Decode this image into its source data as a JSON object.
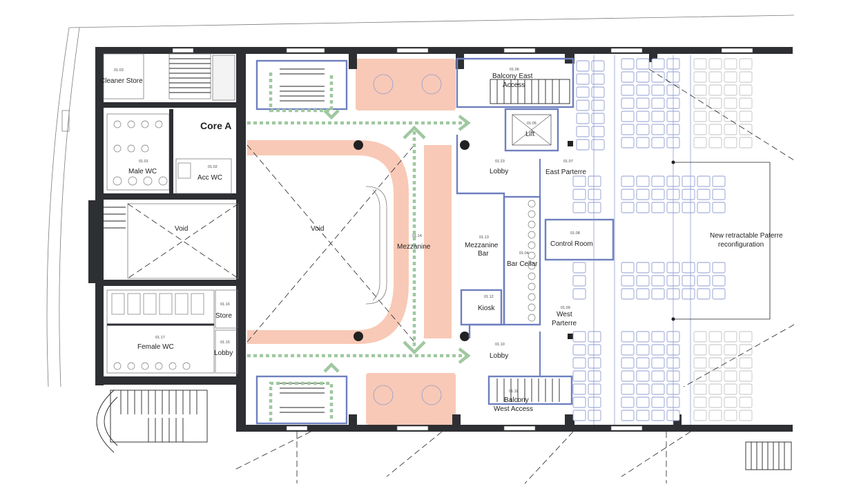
{
  "plan": {
    "core_label": "Core A",
    "rooms": [
      {
        "id": "cleaner-store",
        "name": "Cleaner Store",
        "number": "01.03"
      },
      {
        "id": "male-wc",
        "name": "Male WC",
        "number": "01.01"
      },
      {
        "id": "acc-wc",
        "name": "Acc WC",
        "number": "01.02"
      },
      {
        "id": "void-west",
        "name": "Void",
        "number": ""
      },
      {
        "id": "void-centre",
        "name": "Void",
        "number": ""
      },
      {
        "id": "female-wc",
        "name": "Female WC",
        "number": "01.17"
      },
      {
        "id": "store",
        "name": "Store",
        "number": "01.16"
      },
      {
        "id": "lobby-west",
        "name": "Lobby",
        "number": "01.15"
      },
      {
        "id": "mezzanine",
        "name": "Mezzanine",
        "number": "01.14"
      },
      {
        "id": "balcony-east-access",
        "name": "Balcony East Access",
        "number": "01.06"
      },
      {
        "id": "lift",
        "name": "Lift",
        "number": "01.05"
      },
      {
        "id": "lobby-north",
        "name": "Lobby",
        "number": "01.23"
      },
      {
        "id": "east-parterre",
        "name": "East Parterre",
        "number": "01.07"
      },
      {
        "id": "mezzanine-bar",
        "name": "Mezzanine Bar",
        "number": "01.13"
      },
      {
        "id": "bar-cellar",
        "name": "Bar Cellar",
        "number": "01.04"
      },
      {
        "id": "control-room",
        "name": "Control Room",
        "number": "01.08"
      },
      {
        "id": "kiosk",
        "name": "Kiosk",
        "number": "01.12"
      },
      {
        "id": "west-parterre",
        "name": "West Parterre",
        "number": "01.09"
      },
      {
        "id": "lobby-south",
        "name": "Lobby",
        "number": "01.10"
      },
      {
        "id": "balcony-west-access",
        "name": "Balcony West Access",
        "number": "01.11"
      }
    ],
    "annotation": "New retractable Paterre reconfiguration",
    "colors": {
      "wall": "#2e2f33",
      "proposed_wall": "#6e7fbf",
      "highlight_fill": "#f8c9b6",
      "route_green": "#9fc8a0",
      "seat_outline": "#8f9bd0"
    }
  }
}
